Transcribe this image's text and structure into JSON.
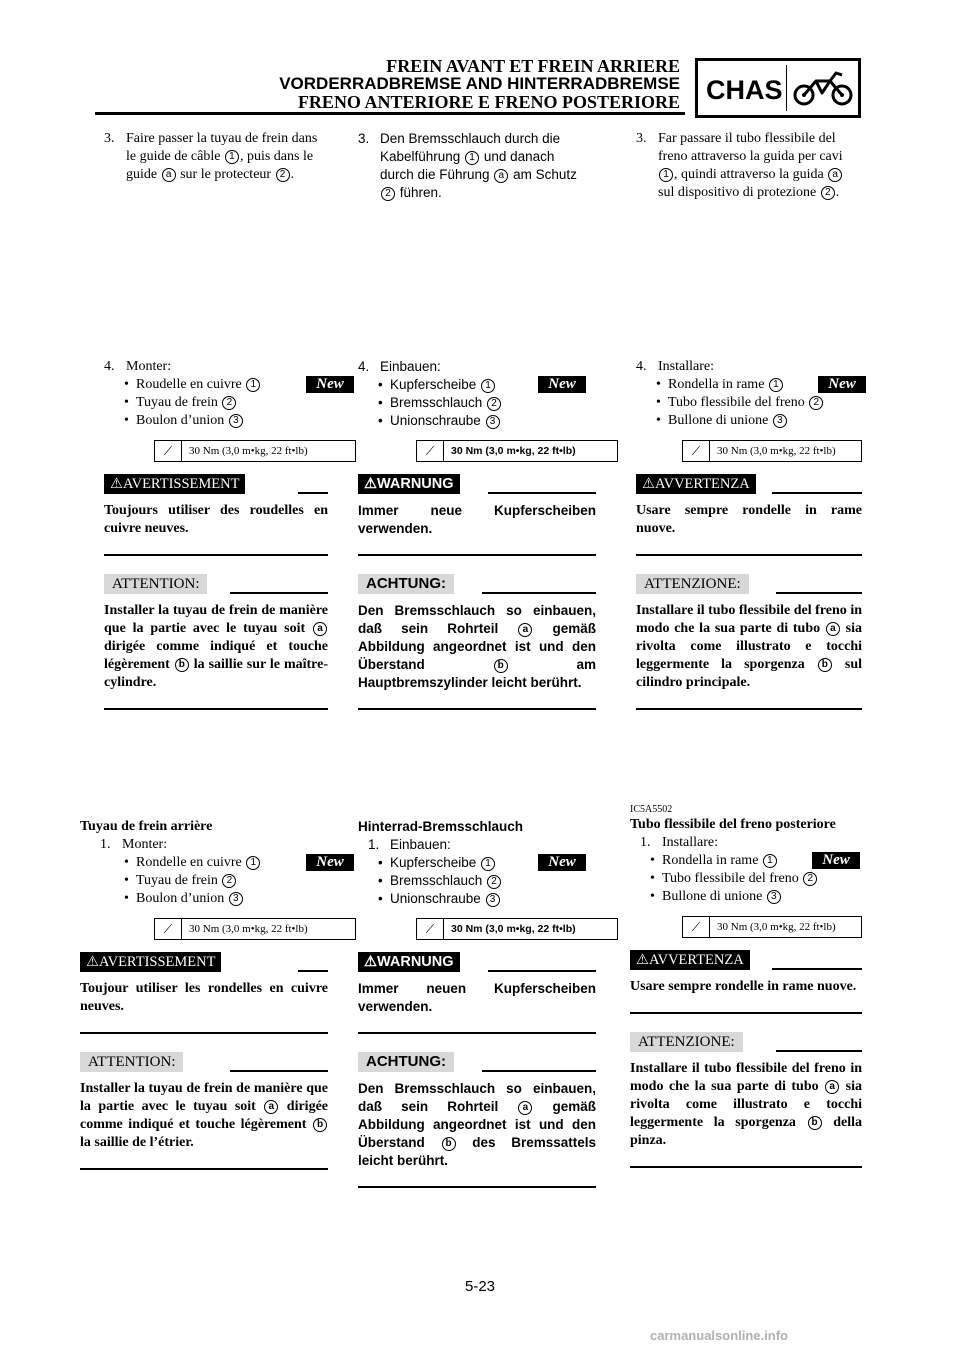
{
  "header": {
    "title_fr": "FREIN AVANT ET FREIN ARRIERE",
    "title_de": "VORDERRADBREMSE AND HINTERRADBREMSE",
    "title_it": "FRENO ANTERIORE E FRENO POSTERIORE",
    "section_badge": "CHAS",
    "section_icon": "motorcycle-icon"
  },
  "common": {
    "new_badge": "New",
    "torque": "30 Nm (3,0 m•kg, 22 ft•lb)",
    "torque_icon": "wrench-icon",
    "warning_icon": "warning-triangle-icon"
  },
  "fr": {
    "s3_line1": "Faire passer la tuyau de frein dans",
    "s3_line2a": "le guide de câble ",
    "s3_line2b": ", puis dans le",
    "s3_line3a": "guide ",
    "s3_line3b": " sur le protecteur ",
    "s3_line3c": ".",
    "s4_title": "Monter:",
    "b1": "Roudelle en cuivre ",
    "b2": "Tuyau de frein ",
    "b3": "Boulon d’union ",
    "warn_label": "AVERTISSEMENT",
    "warn_text": "Toujours utiliser des roudelles en cuivre neuves.",
    "caution_label": "ATTENTION:",
    "caution_text_a": "Installer la tuyau de frein de manière que la partie avec le tuyau soit ",
    "caution_text_b": " dirigée comme indiqué et touche légèrement ",
    "caution_text_c": " la saillie sur le maître-cylindre.",
    "rear_title": "Tuyau de frein arrière",
    "r_s1_title": "Monter:",
    "rb1": "Rondelle en cuivre ",
    "rb2": "Tuyau de frein ",
    "rb3": "Boulon d’union ",
    "r_warn_text": "Toujour utiliser les rondelles en cuivre neuves.",
    "r_caution_text_a": "Installer la tuyau de frein de manière que la partie avec le tuyau soit ",
    "r_caution_text_b": " dirigée comme indiqué et touche légèrement ",
    "r_caution_text_c": " la saillie de l’étrier."
  },
  "de": {
    "s3_line1": "Den Bremsschlauch durch die",
    "s3_line2a": "Kabelführung ",
    "s3_line2b": " und danach",
    "s3_line3a": "durch die Führung ",
    "s3_line3b": " am Schutz",
    "s3_line4b": " führen.",
    "s4_title": "Einbauen:",
    "b1": "Kupferscheibe ",
    "b2": "Bremsschlauch ",
    "b3": "Unionschraube ",
    "warn_label": "WARNUNG",
    "warn_text": "Immer neue Kupferscheiben verwenden.",
    "caution_label": "ACHTUNG:",
    "caution_text_a": "Den Bremsschlauch so einbauen, daß sein Rohrteil ",
    "caution_text_b": " gemäß Abbildung angeordnet ist und den Überstand ",
    "caution_text_c": " am Hauptbremszylinder leicht berührt.",
    "rear_title": "Hinterrad-Bremsschlauch",
    "r_s1_title": "Einbauen:",
    "rb1": "Kupferscheibe ",
    "rb2": "Bremsschlauch ",
    "rb3": "Unionschraube ",
    "r_warn_text": "Immer neuen Kupferscheiben verwenden.",
    "r_caution_text_a": "Den Bremsschlauch so einbauen, daß sein Rohrteil ",
    "r_caution_text_b": " gemäß Abbildung angeordnet ist und den Überstand ",
    "r_caution_text_c": " des Bremssattels leicht berührt."
  },
  "it": {
    "s3_line1": "Far passare il tubo flessibile del",
    "s3_line2": "freno attraverso la guida per cavi",
    "s3_line3b": ", quindi attraverso la guida ",
    "s3_line4": "sul dispositivo di protezione ",
    "s3_line4c": ".",
    "s4_title": "Installare:",
    "b1": "Rondella in rame ",
    "b2": "Tubo flessibile del freno ",
    "b3": "Bullone di unione ",
    "warn_label": "AVVERTENZA",
    "warn_text": "Usare sempre rondelle in rame nuove.",
    "caution_label": "ATTENZIONE:",
    "caution_text_a": "Installare il tubo flessibile del freno in modo che la sua parte di tubo ",
    "caution_text_b": " sia rivolta come illustrato e tocchi leggermente la sporgenza ",
    "caution_text_c": " sul cilindro principale.",
    "code": "IC5A5502",
    "rear_title": "Tubo flessibile del freno posteriore",
    "r_s1_title": "Installare:",
    "rb1": "Rondella in rame ",
    "rb2": "Tubo flessibile del freno ",
    "rb3": "Bullone di unione ",
    "r_warn_text": "Usare sempre rondelle in rame nuove.",
    "r_caution_text_a": "Installare il tubo flessibile del freno in modo che la sua parte di tubo ",
    "r_caution_text_b": " sia rivolta come illustrato e tocchi leggermente la sporgenza ",
    "r_caution_text_c": " della pinza."
  },
  "refs": {
    "n1": "1",
    "n2": "2",
    "n3": "3",
    "a": "a",
    "b": "b",
    "step3": "3.",
    "step4": "4.",
    "step1": "1."
  },
  "footer": {
    "page_number": "5-23",
    "watermark": "carmanualsonline.info"
  }
}
